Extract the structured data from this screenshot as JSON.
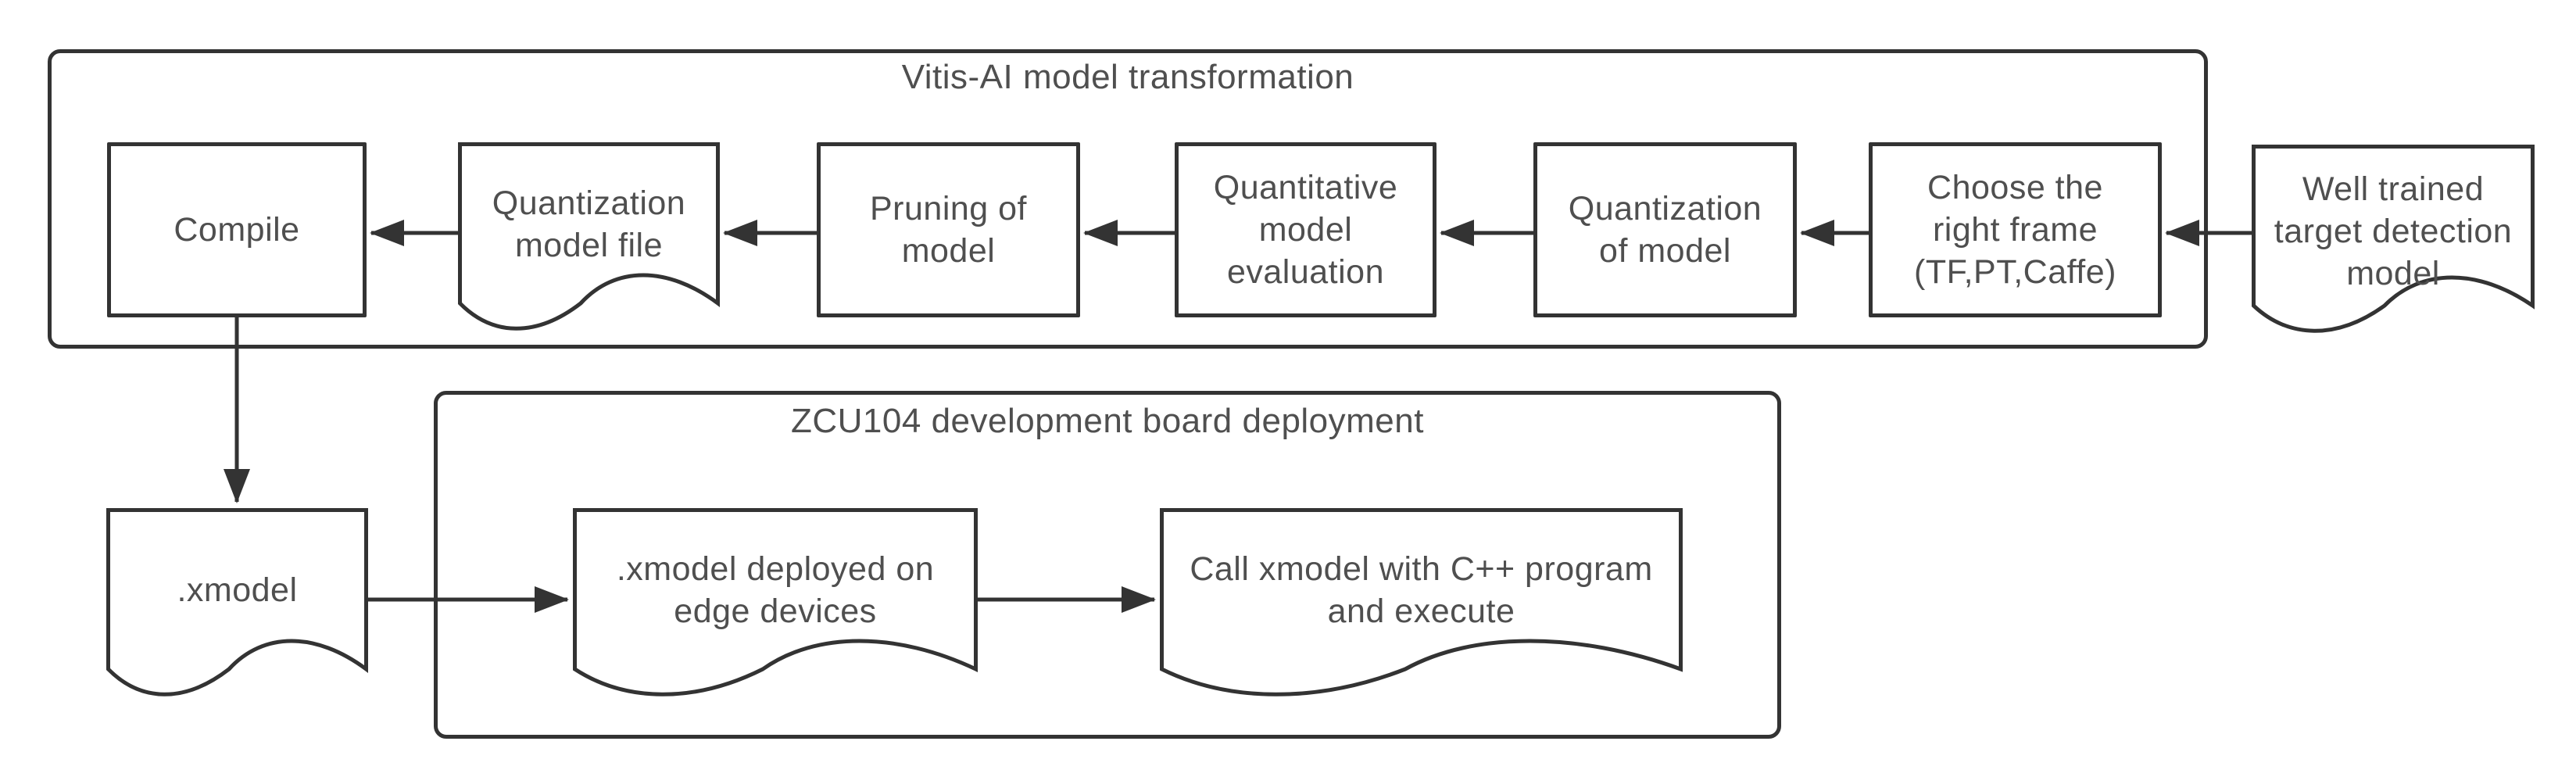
{
  "diagram": {
    "colors": {
      "background": "#ffffff",
      "stroke": "#333333",
      "text": "#4f4f4f"
    },
    "containers": [
      {
        "id": "vitis",
        "title": "Vitis-AI model transformation"
      },
      {
        "id": "zcu104",
        "title": "ZCU104 development board deployment"
      }
    ],
    "nodes": [
      {
        "id": "compile",
        "shape": "rect",
        "label": "Compile"
      },
      {
        "id": "quantization-model-file",
        "shape": "document",
        "label": "Quantization\nmodel file"
      },
      {
        "id": "pruning-of-model",
        "shape": "rect",
        "label": "Pruning of\nmodel"
      },
      {
        "id": "quantitative-model-evaluation",
        "shape": "rect",
        "label": "Quantitative\nmodel\nevaluation"
      },
      {
        "id": "quantization-of-model",
        "shape": "rect",
        "label": "Quantization\nof model"
      },
      {
        "id": "choose-right-frame",
        "shape": "rect",
        "label": "Choose the\nright frame\n(TF,PT,Caffe)"
      },
      {
        "id": "well-trained-model",
        "shape": "document",
        "label": "Well trained\ntarget detection\nmodel"
      },
      {
        "id": "xmodel",
        "shape": "document",
        "label": ".xmodel"
      },
      {
        "id": "xmodel-deployed",
        "shape": "document",
        "label": ".xmodel deployed on\nedge devices"
      },
      {
        "id": "call-xmodel",
        "shape": "document",
        "label": "Call xmodel with C++ program\nand execute"
      }
    ],
    "edges": [
      {
        "from": "well-trained-model",
        "to": "choose-right-frame"
      },
      {
        "from": "choose-right-frame",
        "to": "quantization-of-model"
      },
      {
        "from": "quantization-of-model",
        "to": "quantitative-model-evaluation"
      },
      {
        "from": "quantitative-model-evaluation",
        "to": "pruning-of-model"
      },
      {
        "from": "pruning-of-model",
        "to": "quantization-model-file"
      },
      {
        "from": "quantization-model-file",
        "to": "compile"
      },
      {
        "from": "compile",
        "to": "xmodel"
      },
      {
        "from": "xmodel",
        "to": "xmodel-deployed"
      },
      {
        "from": "xmodel-deployed",
        "to": "call-xmodel"
      }
    ]
  }
}
